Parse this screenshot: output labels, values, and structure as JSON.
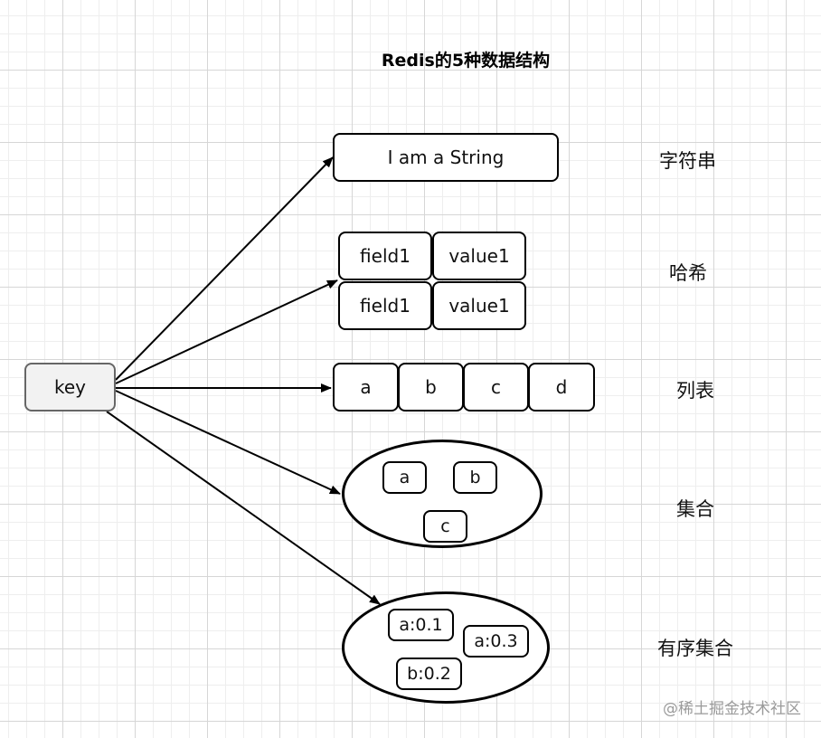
{
  "title": "Redis的5种数据结构",
  "key": "key",
  "string": {
    "value": "I am a String",
    "label": "字符串"
  },
  "hash": {
    "rows": [
      {
        "field": "field1",
        "value": "value1"
      },
      {
        "field": "field1",
        "value": "value1"
      }
    ],
    "label": "哈希"
  },
  "list": {
    "items": [
      "a",
      "b",
      "c",
      "d"
    ],
    "label": "列表"
  },
  "set": {
    "members": [
      "a",
      "b",
      "c"
    ],
    "label": "集合"
  },
  "zset": {
    "members": [
      "a:0.1",
      "a:0.3",
      "b:0.2"
    ],
    "label": "有序集合"
  },
  "watermark": "@稀土掘金技术社区"
}
